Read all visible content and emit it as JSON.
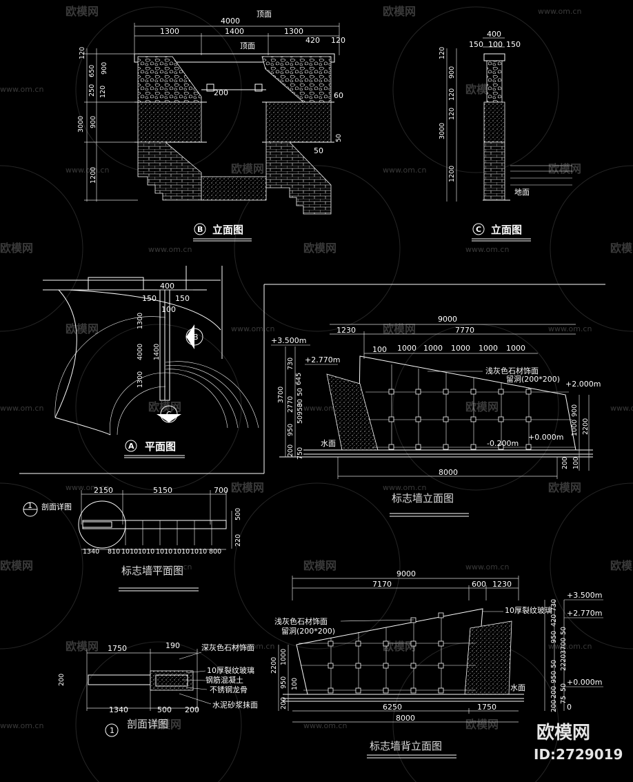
{
  "watermark": {
    "brand": "欧模网",
    "url": "www.om.cn",
    "id_label": "ID:2729019"
  },
  "view_b": {
    "title": "立面图",
    "marker": "B",
    "top_label": "顶面",
    "top_label2": "顶面",
    "dims_top": [
      "4000",
      "1300",
      "1400",
      "1300",
      "420",
      "120"
    ],
    "dims_left": [
      "120",
      "650",
      "250",
      "120",
      "900",
      "3000",
      "900",
      "1200"
    ],
    "dims_misc": [
      "200",
      "60",
      "50",
      "50"
    ]
  },
  "view_c": {
    "title": "立面图",
    "marker": "C",
    "dims_top": [
      "400",
      "150",
      "100",
      "150"
    ],
    "dims_left": [
      "120",
      "900",
      "120",
      "120",
      "3000",
      "1200"
    ],
    "ground": "地面"
  },
  "plan_a": {
    "title": "平面图",
    "marker": "A",
    "dims": [
      "400",
      "150",
      "100",
      "150",
      "1300",
      "4000",
      "1400",
      "1300"
    ],
    "marker_b": "B",
    "marker_c": "C"
  },
  "front_elev": {
    "title": "标志墙立面图",
    "dims_top": [
      "9000",
      "1230",
      "7770"
    ],
    "dims_grid": [
      "100",
      "1000",
      "1000",
      "1000",
      "1000",
      "1000"
    ],
    "levels": [
      "+3.500m",
      "+2.770m",
      "+2.000m",
      "+0.000m",
      "-0.200m"
    ],
    "dims_left": [
      "730",
      "645",
      "3700",
      "2770",
      "50",
      "950",
      "30",
      "950",
      "50",
      "200",
      "750"
    ],
    "dims_right": [
      "900",
      "1000",
      "2200",
      "200",
      "100"
    ],
    "water": "水面",
    "note1": "浅灰色石材饰面",
    "note2": "留洞(200*200)",
    "dim_bottom": "8000"
  },
  "plan_wall": {
    "title": "标志墙平面图",
    "detail": "剖面详图",
    "section_marker": "1",
    "dims_top": [
      "2150",
      "5150",
      "700"
    ],
    "dims_bottom": [
      "1340",
      "810",
      "1010",
      "1010",
      "1010",
      "1010",
      "1010",
      "800"
    ],
    "dims_side": [
      "500",
      "220"
    ]
  },
  "section": {
    "title": "剖面详图",
    "marker": "1",
    "dims_top": [
      "1750",
      "190"
    ],
    "dims_bottom": [
      "1340",
      "500",
      "200"
    ],
    "dim_side": "200",
    "notes": [
      "深灰色石材饰面",
      "10厚裂纹玻璃",
      "钢筋混凝土",
      "不锈钢龙骨",
      "水泥砂浆抹面"
    ]
  },
  "back_elev": {
    "title": "标志墙背立面图",
    "dims_top": [
      "9000",
      "7170",
      "600",
      "1230"
    ],
    "note1": "浅灰色石材饰面",
    "note2": "留洞(200*200)",
    "note3": "10厚裂纹玻璃",
    "levels": [
      "+3.500m",
      "+2.770m",
      "+0.000m"
    ],
    "dims_left": [
      "2200",
      "1000",
      "950",
      "100",
      "200"
    ],
    "dims_right": [
      "730",
      "420",
      "50",
      "950",
      "3700",
      "50",
      "950",
      "2220",
      "200",
      "75",
      "200",
      "50"
    ],
    "water": "水面",
    "dims_bottom": [
      "6250",
      "1750",
      "8000"
    ],
    "zero": "0"
  }
}
